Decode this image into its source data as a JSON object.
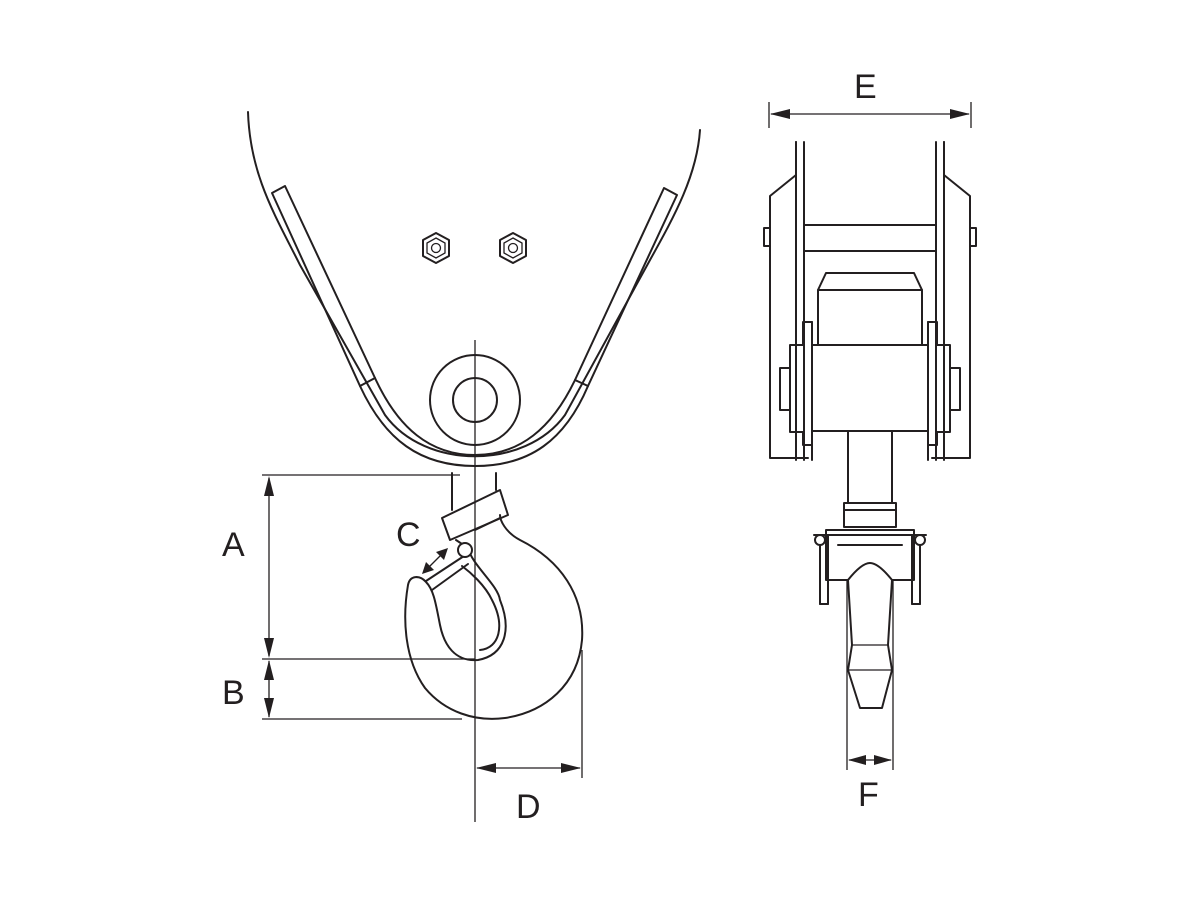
{
  "diagram": {
    "labels": {
      "a": "A",
      "b": "B",
      "c": "C",
      "d": "D",
      "e": "E",
      "f": "F"
    }
  },
  "colors": {
    "line": "#231f20",
    "background": "#ffffff"
  }
}
